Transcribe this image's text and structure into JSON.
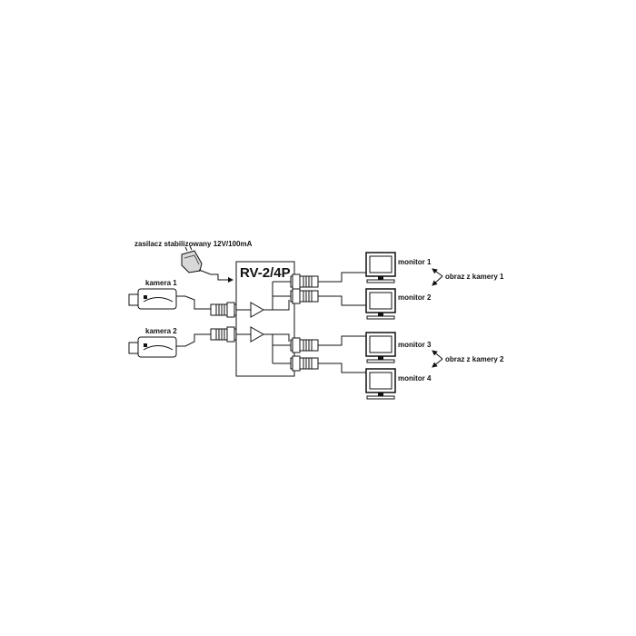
{
  "diagram": {
    "power_supply_label": "zasilacz stabilizowany 12V/100mA",
    "device_label": "RV-2/4P",
    "cameras": [
      "kamera 1",
      "kamera 2"
    ],
    "monitors": [
      "monitor 1",
      "monitor 2",
      "monitor 3",
      "monitor 4"
    ],
    "groups": [
      "obraz z kamery 1",
      "obraz z kamery 2"
    ]
  }
}
